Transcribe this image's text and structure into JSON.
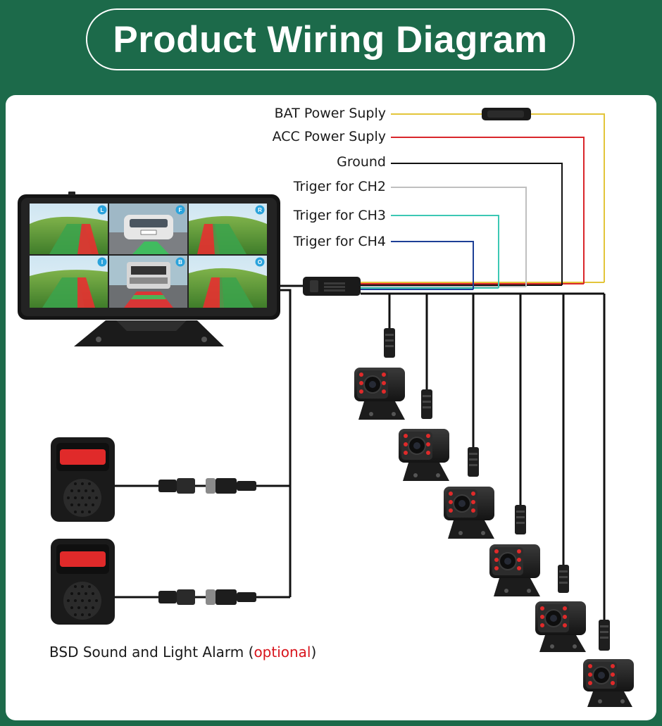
{
  "title": "Product Wiring Diagram",
  "wires": [
    {
      "label": "BAT Power Suply",
      "color": "#e3c53a"
    },
    {
      "label": "ACC Power Suply",
      "color": "#d9262b"
    },
    {
      "label": "Ground",
      "color": "#111111"
    },
    {
      "label": "Triger for CH2",
      "color": "#bfbfbf"
    },
    {
      "label": "Triger for CH3",
      "color": "#3cc8b4"
    },
    {
      "label": "Triger for CH4",
      "color": "#1d3f96"
    }
  ],
  "monitor": {
    "tiles": [
      {
        "badge": "L",
        "scene": "field"
      },
      {
        "badge": "F",
        "scene": "car"
      },
      {
        "badge": "R",
        "scene": "field"
      },
      {
        "badge": "I",
        "scene": "field"
      },
      {
        "badge": "B",
        "scene": "truck"
      },
      {
        "badge": "O",
        "scene": "field"
      }
    ]
  },
  "cameras": {
    "count": 6
  },
  "alarms": {
    "count": 2
  },
  "bsd": {
    "caption_main": "BSD Sound and Light Alarm",
    "open_paren": "(",
    "caption_optional": "optional",
    "close_paren": ")"
  },
  "colors": {
    "background": "#1c6a4a",
    "panel": "#ffffff",
    "camera_led": "#e02a2a",
    "badge": "#2aa3dc"
  }
}
